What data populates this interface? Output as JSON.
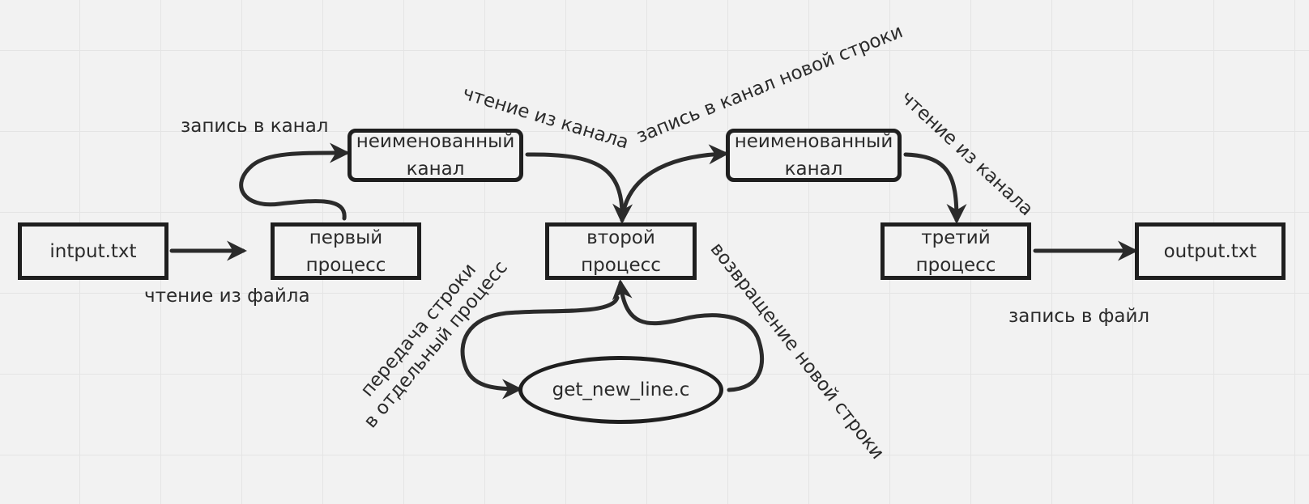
{
  "nodes": {
    "input_file": {
      "label": "intput.txt"
    },
    "first_process": {
      "label": "первый\nпроцесс"
    },
    "pipe_1": {
      "label": "неименованный\nканал"
    },
    "second_process": {
      "label": "второй\nпроцесс"
    },
    "pipe_2": {
      "label": "неименованный\nканал"
    },
    "third_process": {
      "label": "третий\nпроцесс"
    },
    "output_file": {
      "label": "output.txt"
    },
    "get_new_line": {
      "label": "get_new_line.c"
    }
  },
  "edges": {
    "read_file": {
      "label": "чтение из файла"
    },
    "write_channel": {
      "label": "запись в канал"
    },
    "read_channel_1": {
      "label": "чтение из канала"
    },
    "write_channel_new_line": {
      "label": "запись в канал новой строки"
    },
    "read_channel_2": {
      "label": "чтение из канала"
    },
    "write_file": {
      "label": "запись в файл"
    },
    "pass_line": {
      "label": "передача строки\nв отдельный процесс"
    },
    "return_line": {
      "label": "возвращение новой строки"
    }
  }
}
